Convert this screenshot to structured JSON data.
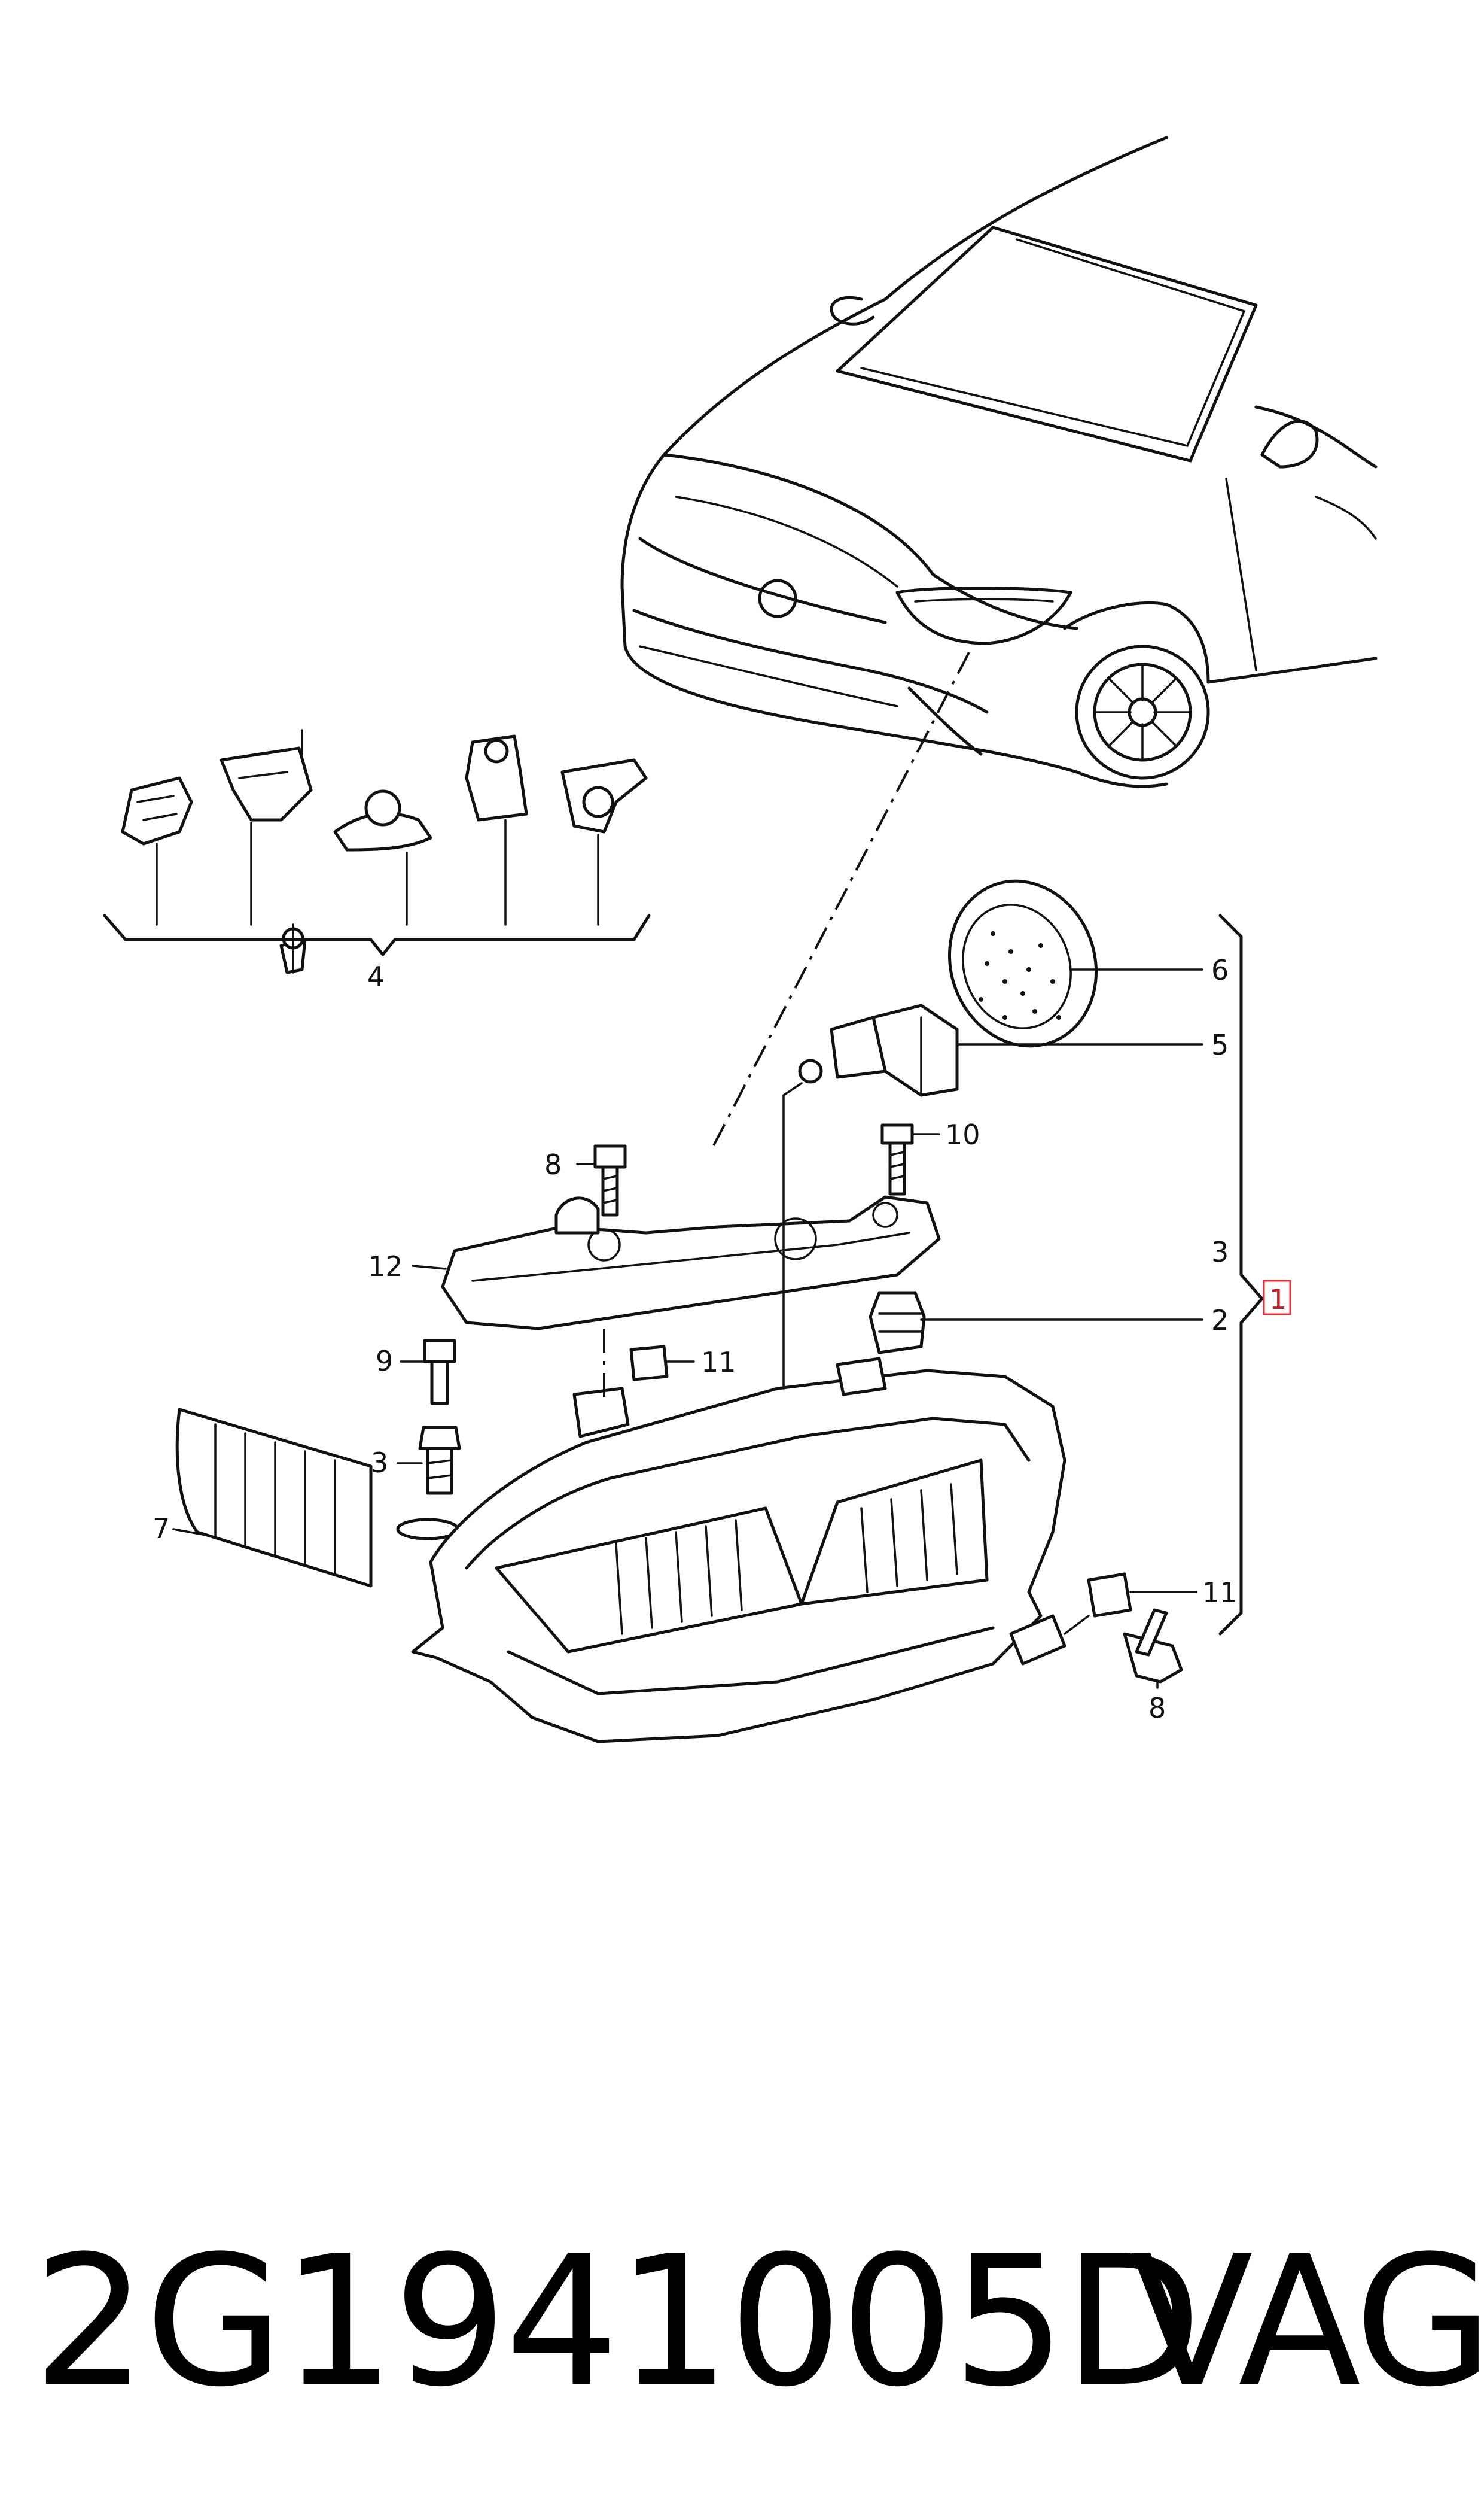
{
  "callouts": {
    "c1": "1",
    "c2": "2",
    "c3_top": "3",
    "c3_left": "3",
    "c4": "4",
    "c5": "5",
    "c6": "6",
    "c7": "7",
    "c8_top": "8",
    "c8_bottom": "8",
    "c9": "9",
    "c10": "10",
    "c11_mid": "11",
    "c11_right": "11",
    "c12": "12"
  },
  "footer": {
    "part_number": "2G1941005D",
    "brand": "VAG"
  },
  "colors": {
    "line": "#111111",
    "highlight_box": "#e0303a",
    "background": "#ffffff"
  }
}
